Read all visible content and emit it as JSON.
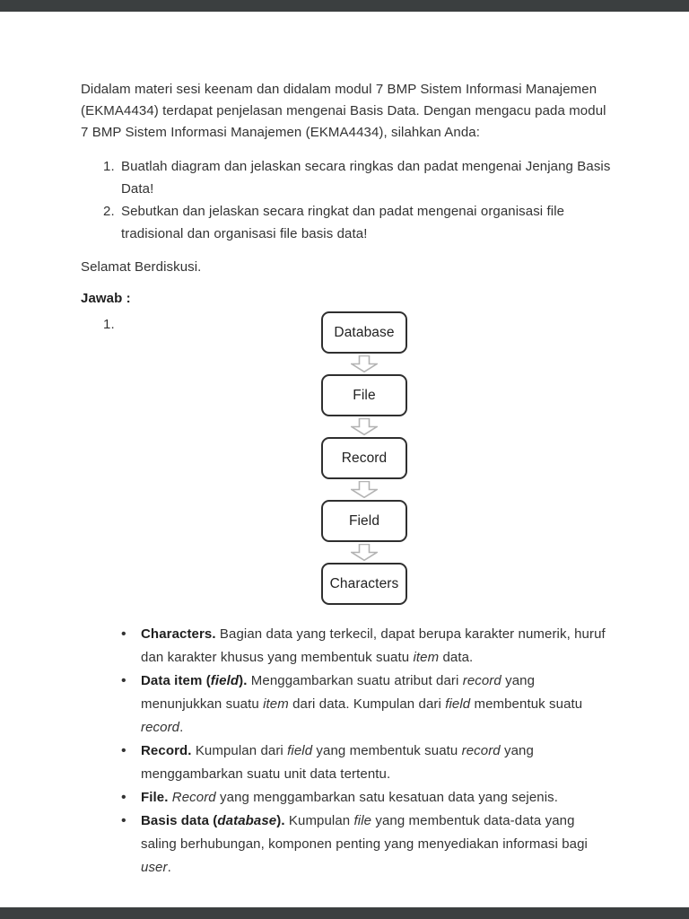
{
  "colors": {
    "page_bg": "#ffffff",
    "letterbox": "#3b3f40",
    "text": "#333333",
    "bold_text": "#1f1f1f",
    "box_border": "#2f2f2f",
    "arrow_outline": "#b3b3b3"
  },
  "document": {
    "intro": "Didalam materi sesi keenam dan didalam modul 7 BMP Sistem Informasi Manajemen (EKMA4434) terdapat penjelasan mengenai Basis Data. Dengan mengacu pada modul 7 BMP Sistem Informasi Manajemen (EKMA4434), silahkan Anda:",
    "questions": [
      {
        "number": "1.",
        "text": "Buatlah diagram dan jelaskan secara ringkas dan padat mengenai Jenjang Basis Data!"
      },
      {
        "number": "2.",
        "text": "Sebutkan dan jelaskan secara ringkat dan padat mengenai organisasi file tradisional dan organisasi file basis data!"
      }
    ],
    "closing": "Selamat Berdiskusi.",
    "answer_heading": "Jawab :",
    "answer_number": "1.",
    "bullet_glyph": "•",
    "diagram": {
      "type": "flowchart",
      "direction": "top-down",
      "connector": "hollow-down-arrow",
      "nodes": [
        "Database",
        "File",
        "Record",
        "Field",
        "Characters"
      ]
    },
    "bullets": [
      {
        "segments": [
          {
            "t": "Characters.",
            "b": true
          },
          {
            "t": " Bagian data yang terkecil, dapat berupa karakter numerik, huruf dan karakter khusus yang membentuk suatu "
          },
          {
            "t": "item",
            "i": true
          },
          {
            "t": " data."
          }
        ]
      },
      {
        "segments": [
          {
            "t": "Data item (",
            "b": true
          },
          {
            "t": "field",
            "b": true,
            "i": true
          },
          {
            "t": ").",
            "b": true
          },
          {
            "t": " Menggambarkan suatu atribut dari "
          },
          {
            "t": "record",
            "i": true
          },
          {
            "t": " yang menunjukkan suatu "
          },
          {
            "t": "item",
            "i": true
          },
          {
            "t": " dari data. Kumpulan dari "
          },
          {
            "t": "field",
            "i": true
          },
          {
            "t": " membentuk suatu "
          },
          {
            "t": "record",
            "i": true
          },
          {
            "t": "."
          }
        ]
      },
      {
        "segments": [
          {
            "t": "Record.",
            "b": true
          },
          {
            "t": " Kumpulan dari "
          },
          {
            "t": "field",
            "i": true
          },
          {
            "t": "  yang membentuk suatu "
          },
          {
            "t": "record",
            "i": true
          },
          {
            "t": " yang menggambarkan suatu unit data tertentu."
          }
        ]
      },
      {
        "segments": [
          {
            "t": "File.",
            "b": true
          },
          {
            "t": " "
          },
          {
            "t": "Record",
            "i": true
          },
          {
            "t": " yang menggambarkan satu kesatuan data yang sejenis."
          }
        ]
      },
      {
        "segments": [
          {
            "t": "Basis data (",
            "b": true
          },
          {
            "t": "database",
            "b": true,
            "i": true
          },
          {
            "t": ").",
            "b": true
          },
          {
            "t": " Kumpulan "
          },
          {
            "t": "file",
            "i": true
          },
          {
            "t": " yang membentuk data-data yang saling berhubungan, komponen penting yang menyediakan informasi bagi "
          },
          {
            "t": "user",
            "i": true
          },
          {
            "t": "."
          }
        ]
      }
    ]
  }
}
